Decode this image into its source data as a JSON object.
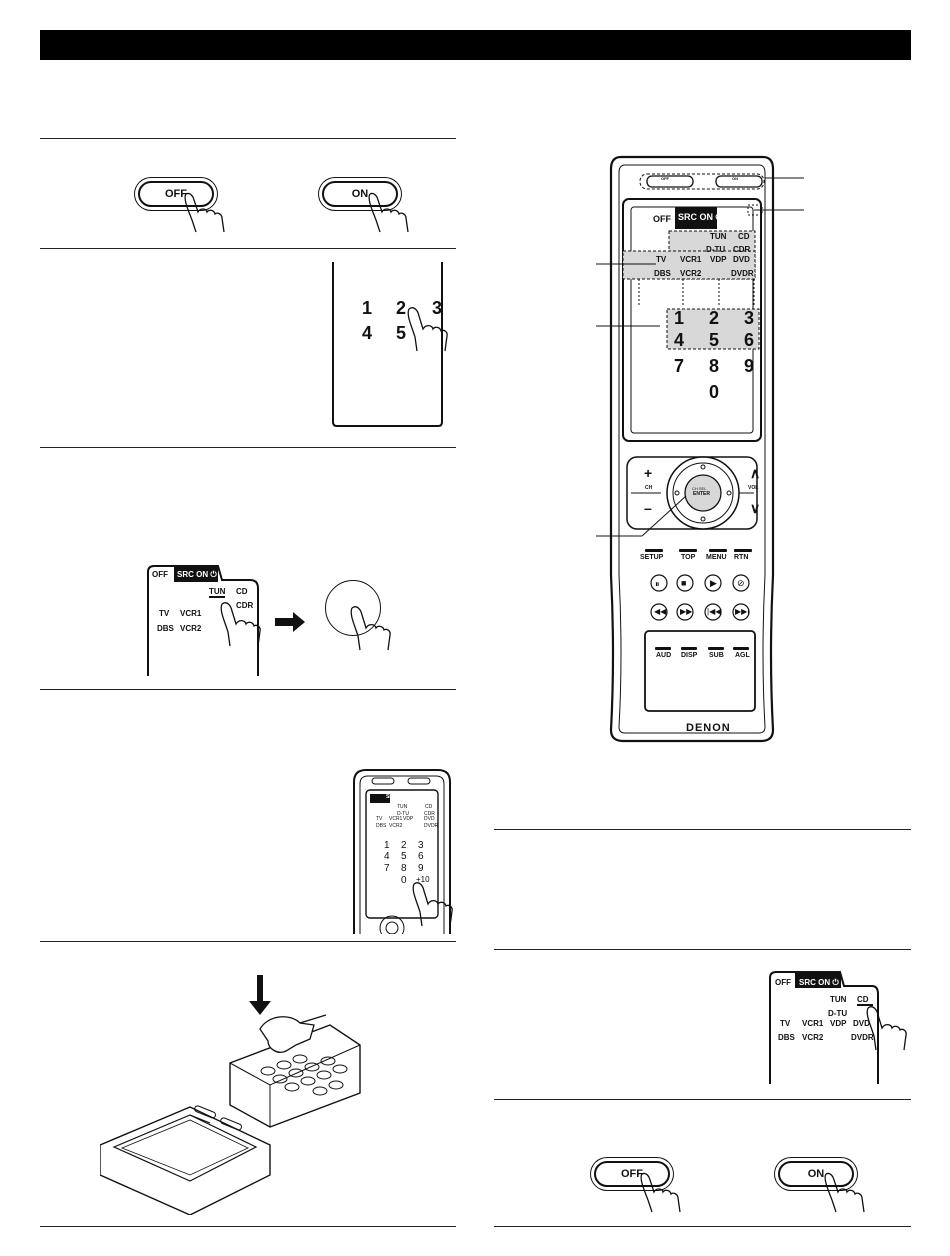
{
  "buttons": {
    "off": "OFF",
    "on": "ON",
    "ch_label": "CH",
    "vol_label": "VOL",
    "enter_top": "CH SEL",
    "enter": "ENTER",
    "plus": "+",
    "minus": "–",
    "up": "∧",
    "down": "∨"
  },
  "screen": {
    "tab_off": "OFF",
    "tab_src_on": "SRC ON",
    "sources": [
      "TUN",
      "CD",
      "D-TU",
      "CDR",
      "TV",
      "VCR1",
      "VDP",
      "DVD",
      "DBS",
      "VCR2",
      "DVDR"
    ],
    "digits": [
      "1",
      "2",
      "3",
      "4",
      "5",
      "6",
      "7",
      "8",
      "9",
      "0"
    ],
    "plus10": "+10"
  },
  "remote": {
    "brand": "DENON",
    "function_keys": [
      "SETUP",
      "TOP",
      "MENU",
      "RTN"
    ],
    "lower_keys": [
      "AUD",
      "DISP",
      "SUB",
      "AGL"
    ]
  },
  "colors": {
    "bar": "#000000",
    "highlight": "#d8d8d8"
  },
  "icons": [
    "hand-press-icon",
    "arrow-right-icon",
    "arrow-down-icon",
    "pause-icon",
    "stop-icon",
    "play-icon",
    "mute-icon",
    "rewind-icon",
    "fast-forward-icon",
    "skip-back-icon",
    "skip-forward-icon",
    "power-icon"
  ]
}
